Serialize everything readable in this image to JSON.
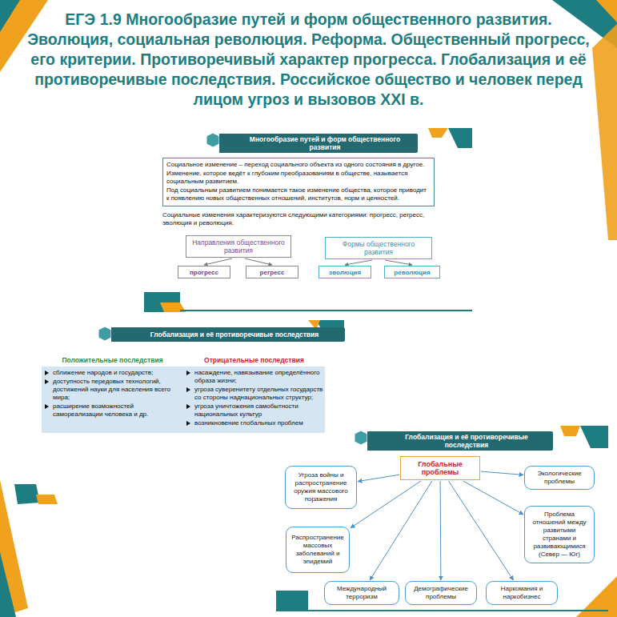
{
  "diagram": {
    "title": "ЕГЭ 1.9 Многообразие путей и форм общественного развития. Эволюция, социальная революция. Реформа. Общественный прогресс, его критерии. Противоречивый характер прогресса. Глобализация и её противоречивые последствия. Российское общество и человек перед лицом угроз и вызовов XXI в.",
    "nodes": [
      {
        "text": [
          "Многообразие путей и форм общественного развития"
        ]
      },
      {
        "text": [
          "Социальное изменение – переход социального объекта из одного состояния в другое.",
          "Изменение, которое ведёт к глубоким преобразованиям в обществе, называется социальным развитием.",
          "Под социальным развитием понимается такое изменение общества, которое приводит к появлению новых общественных отношений, институтов, норм и ценностей."
        ]
      },
      {
        "text": [
          "Направления общественного развития"
        ]
      },
      {
        "text": [
          "прогресс"
        ]
      },
      {
        "text": [
          "регресс"
        ]
      },
      {
        "text": [
          "Формы общественного развития"
        ]
      },
      {
        "text": [
          "эволюция"
        ]
      },
      {
        "text": [
          "революция"
        ]
      },
      {
        "text": [
          "Глобализация и её противоречивые последствия"
        ]
      },
      {
        "text": [
          "Глобализация и её противоречивые последствия"
        ]
      },
      {
        "text": [
          "Глобальные проблемы"
        ]
      },
      {
        "text": [
          "Угроза войны и распространение оружия массового поражения"
        ]
      },
      {
        "text": [
          "Экологические проблемы"
        ]
      },
      {
        "text": [
          "Проблема отношений между развитыми странами и развивающимися (Север — Юг)"
        ]
      },
      {
        "text": [
          "Распространение массовых заболеваний и эпидемий"
        ]
      },
      {
        "text": [
          "Международный терроризм"
        ]
      },
      {
        "text": [
          "Демографические проблемы"
        ]
      },
      {
        "text": [
          "Наркомания и наркобизнес"
        ]
      }
    ],
    "edges": [
      {
        "from": 2,
        "to": 3,
        "arrow": "to"
      },
      {
        "from": 2,
        "to": 4,
        "arrow": "to"
      },
      {
        "from": 5,
        "to": 6,
        "arrow": "to"
      },
      {
        "from": 5,
        "to": 7,
        "arrow": "to"
      },
      {
        "from": 10,
        "to": 11,
        "arrow": "to"
      },
      {
        "from": 10,
        "to": 12,
        "arrow": "to"
      },
      {
        "from": 10,
        "to": 13,
        "arrow": "to"
      },
      {
        "from": 10,
        "to": 14,
        "arrow": "to"
      },
      {
        "from": 10,
        "to": 15,
        "arrow": "to"
      },
      {
        "from": 10,
        "to": 16,
        "arrow": "to"
      },
      {
        "from": 10,
        "to": 17,
        "arrow": "to"
      }
    ],
    "labels": [
      "Социальные изменения характеризуются следующими категориями: прогресс, регресс, эволюция и революция.",
      "Положительные последствия",
      "Отрицательные последствия",
      "сближение народов и государств;",
      "доступность передовых технологий, достижений науки для населения всего мира;",
      "расширение возможностей самореализации человека и др.",
      "насаждение, навязывание определённого образа жизни;",
      "угроза суверенитету отдельных государств со стороны наднациональных структур;",
      "угроза уничтожения самобытности национальных культур",
      "возникновение глобальных проблем"
    ]
  }
}
